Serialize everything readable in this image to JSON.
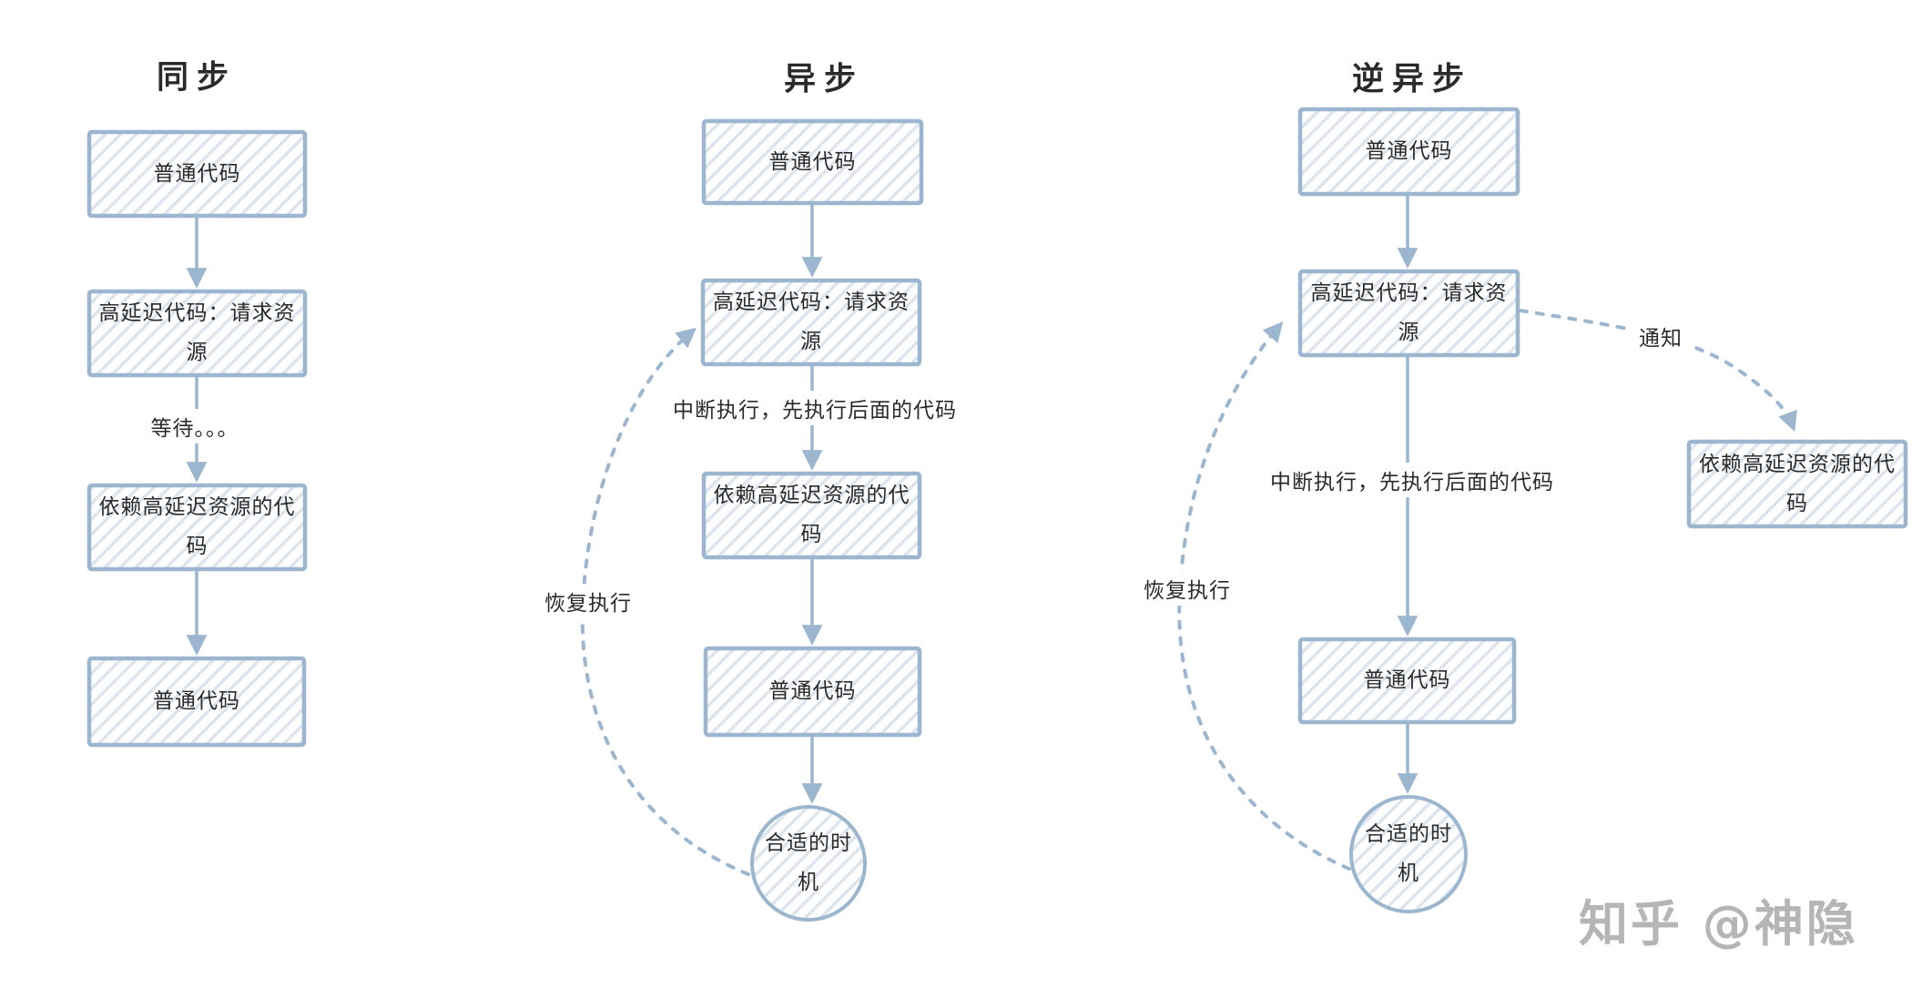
{
  "colors": {
    "stroke": "#9bb6ce",
    "hatch": "#dce4ee",
    "text": "#2a2a2a",
    "watermark": "#b5b5b5"
  },
  "watermark": "知乎 @神隐",
  "columns": [
    {
      "title": "同步",
      "boxes": {
        "b1": "普通代码",
        "b2": "高延迟代码：请求资源",
        "b3": "依赖高延迟资源的代码",
        "b4": "普通代码"
      },
      "labels": {
        "wait": "等待。。。"
      }
    },
    {
      "title": "异步",
      "boxes": {
        "b1": "普通代码",
        "b2": "高延迟代码：请求资源",
        "b3": "依赖高延迟资源的代码",
        "b4": "普通代码"
      },
      "circle": "合适的时机",
      "labels": {
        "interrupt": "中断执行，先执行后面的代码",
        "resume": "恢复执行"
      }
    },
    {
      "title": "逆异步",
      "boxes": {
        "b1": "普通代码",
        "b2": "高延迟代码：请求资源",
        "b3": "普通代码",
        "b4": "依赖高延迟资源的代码"
      },
      "circle": "合适的时机",
      "labels": {
        "interrupt": "中断执行，先执行后面的代码",
        "resume": "恢复执行",
        "notify": "通知"
      }
    }
  ]
}
